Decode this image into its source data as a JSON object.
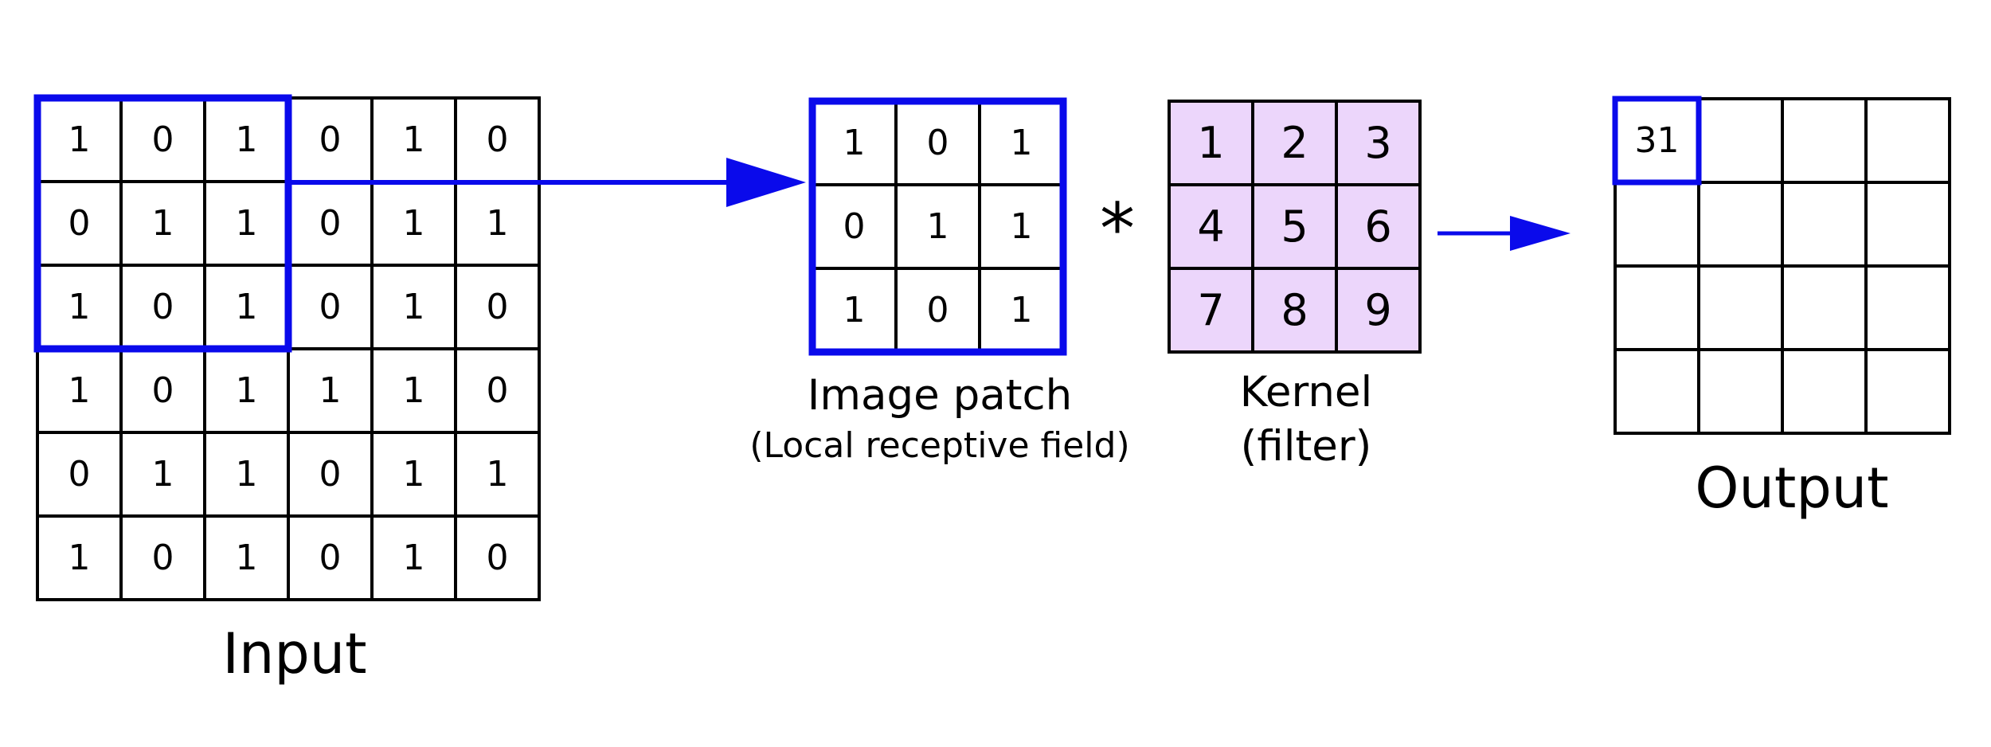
{
  "input": {
    "label": "Input",
    "rows": [
      [
        "1",
        "0",
        "1",
        "0",
        "1",
        "0"
      ],
      [
        "0",
        "1",
        "1",
        "0",
        "1",
        "1"
      ],
      [
        "1",
        "0",
        "1",
        "0",
        "1",
        "0"
      ],
      [
        "1",
        "0",
        "1",
        "1",
        "1",
        "0"
      ],
      [
        "0",
        "1",
        "1",
        "0",
        "1",
        "1"
      ],
      [
        "1",
        "0",
        "1",
        "0",
        "1",
        "0"
      ]
    ]
  },
  "patch": {
    "title": "Image patch",
    "subtitle": "(Local receptive field)",
    "rows": [
      [
        "1",
        "0",
        "1"
      ],
      [
        "0",
        "1",
        "1"
      ],
      [
        "1",
        "0",
        "1"
      ]
    ]
  },
  "operator": "*",
  "kernel": {
    "title": "Kernel",
    "subtitle": "(filter)",
    "rows": [
      [
        "1",
        "2",
        "3"
      ],
      [
        "4",
        "5",
        "6"
      ],
      [
        "7",
        "8",
        "9"
      ]
    ]
  },
  "output": {
    "label": "Output",
    "rows": [
      [
        "31",
        "",
        "",
        ""
      ],
      [
        "",
        "",
        "",
        ""
      ],
      [
        "",
        "",
        "",
        ""
      ],
      [
        "",
        "",
        "",
        ""
      ]
    ]
  },
  "colors": {
    "highlight": "#0a0aeb",
    "kernel_fill": "#ecd6fb",
    "grid_line": "#000000"
  }
}
